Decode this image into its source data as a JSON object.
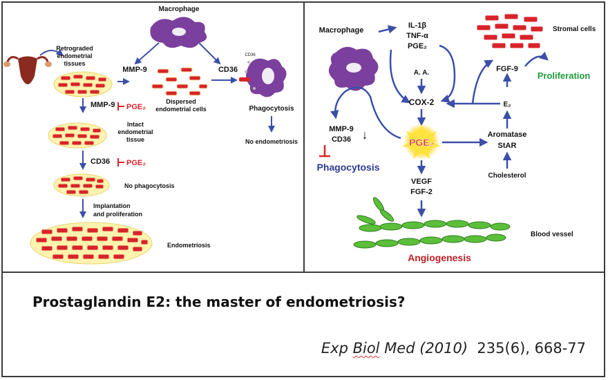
{
  "left_panel": {
    "macrophage": "Macrophage",
    "retrograded_1": "Retrograded",
    "retrograded_2": "endometrial",
    "retrograded_3": "tissues",
    "mmp9_top": "MMP-9",
    "cd36_top": "CD36",
    "cd36_small": "CD36",
    "dispersed_1": "Dispersed",
    "dispersed_2": "endometrial cells",
    "phagocytosis": "Phagocytosis",
    "no_endometriosis": "No endometriosis",
    "mmp9_left": "MMP-9",
    "pge2_a": "PGE₂",
    "intact_1": "Intact",
    "intact_2": "endometrial",
    "intact_3": "tissue",
    "cd36_left": "CD36",
    "pge2_b": "PGE₂",
    "no_phagocytosis": "No phagocytosis",
    "implant_1": "Implantation",
    "implant_2": "and proliferation",
    "endometriosis": "Endometriosis"
  },
  "right_panel": {
    "macrophage": "Macrophage",
    "il1b": "IL-1β",
    "tnfa": "TNF-α",
    "pge2_top": "PGE₂",
    "stromal": "Stromal cells",
    "fgf9": "FGF-9",
    "proliferation": "Proliferation",
    "aa": "A. A.",
    "cox2": "COX-2",
    "e2": "E₂",
    "mmp9": "MMP-9",
    "cd36": "CD36",
    "down_arrow": "↓",
    "pge2_center": "PGE₂",
    "aromatase": "Aromatase",
    "star": "StAR",
    "phagocytosis": "Phagocytosis",
    "vegf": "VEGF",
    "fgf2": "FGF-2",
    "cholesterol": "Cholesterol",
    "blood_vessel": "Blood vessel",
    "angiogenesis": "Angiogenesis"
  },
  "caption": {
    "title": "Prostaglandin E2: the master of endometriosis?",
    "journal_pre": "Exp ",
    "journal_biol": "Biol",
    "journal_post": " Med (2010)",
    "ref": "  235(6), 668-77"
  },
  "colors": {
    "arrow_blue": "#3b4fa8",
    "red": "#d8232a",
    "purple": "#7b3f9e",
    "green_text": "#1f9a3a",
    "vessel_green": "#5cbf3a",
    "pge_yellow": "#ffe23a"
  }
}
